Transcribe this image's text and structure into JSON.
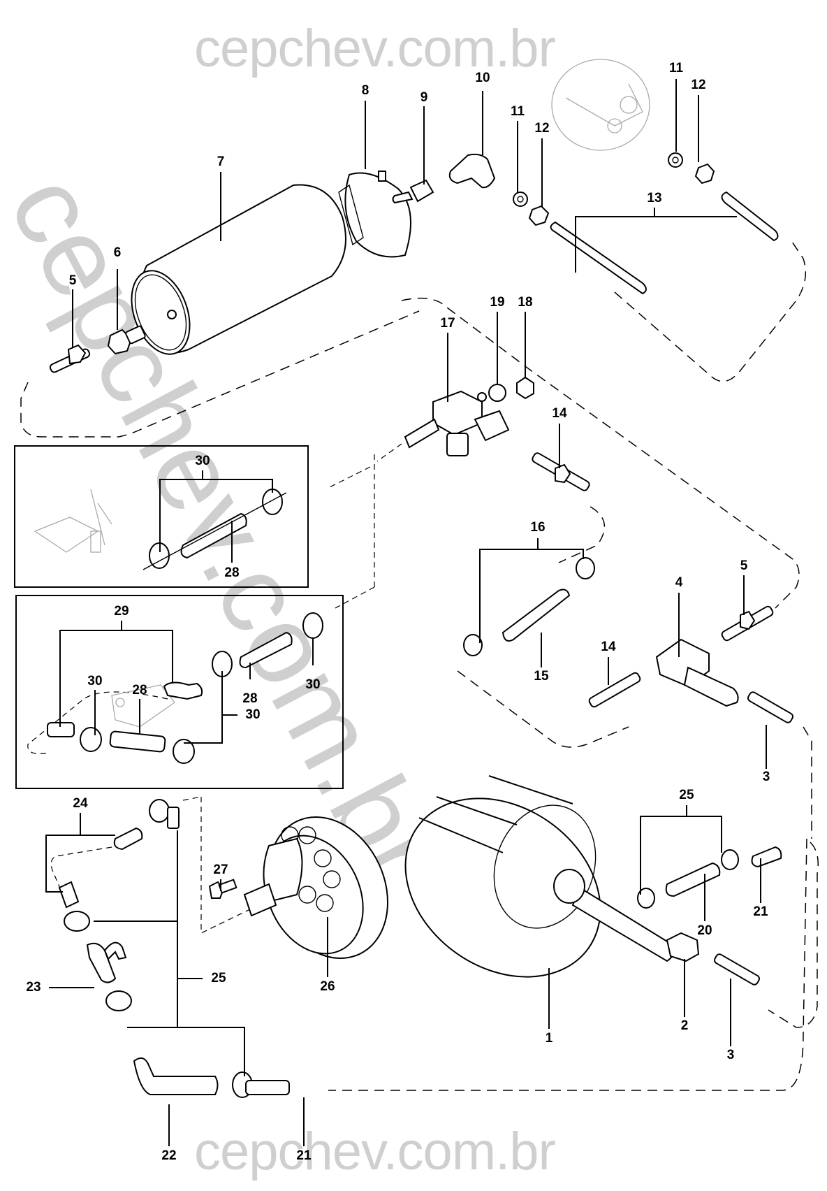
{
  "watermark": {
    "top": "cepchev.com.br",
    "bottom": "cepchev.com.br",
    "diagonal": "cepchev.com.br"
  },
  "diagram": {
    "title": "Exploded parts diagram - brake vacuum booster, reservoir and hoses",
    "callouts": {
      "c1": "1",
      "c2": "2",
      "c3a": "3",
      "c3b": "3",
      "c4": "4",
      "c5a": "5",
      "c5b": "5",
      "c6": "6",
      "c7": "7",
      "c8": "8",
      "c9": "9",
      "c10": "10",
      "c11a": "11",
      "c11b": "11",
      "c12a": "12",
      "c12b": "12",
      "c13": "13",
      "c14a": "14",
      "c14b": "14",
      "c15": "15",
      "c16": "16",
      "c17": "17",
      "c18": "18",
      "c19": "19",
      "c20": "20",
      "c21a": "21",
      "c21b": "21",
      "c22": "22",
      "c23": "23",
      "c24": "24",
      "c25a": "25",
      "c25b": "25",
      "c26": "26",
      "c27": "27",
      "c28a": "28",
      "c28b": "28",
      "c28c": "28",
      "c29": "29",
      "c30a": "30",
      "c30b": "30",
      "c30c": "30",
      "c30d": "30"
    },
    "parts": [
      {
        "ref": "1",
        "name": "vacuum-booster"
      },
      {
        "ref": "2",
        "name": "adapter-fitting"
      },
      {
        "ref": "3",
        "name": "hose-connector"
      },
      {
        "ref": "4",
        "name": "tee-fitting"
      },
      {
        "ref": "5",
        "name": "hose-connector"
      },
      {
        "ref": "6",
        "name": "adapter-fitting"
      },
      {
        "ref": "7",
        "name": "vacuum-reservoir"
      },
      {
        "ref": "8",
        "name": "reservoir-bracket"
      },
      {
        "ref": "9",
        "name": "union-fitting"
      },
      {
        "ref": "10",
        "name": "elbow-fitting"
      },
      {
        "ref": "11",
        "name": "washer"
      },
      {
        "ref": "12",
        "name": "nut"
      },
      {
        "ref": "13",
        "name": "hose"
      },
      {
        "ref": "14",
        "name": "hose-connector"
      },
      {
        "ref": "15",
        "name": "hose"
      },
      {
        "ref": "16",
        "name": "hose-clamp"
      },
      {
        "ref": "17",
        "name": "tee-fitting"
      },
      {
        "ref": "18",
        "name": "nut"
      },
      {
        "ref": "19",
        "name": "washer"
      },
      {
        "ref": "20",
        "name": "hose"
      },
      {
        "ref": "21",
        "name": "hose"
      },
      {
        "ref": "22",
        "name": "elbow-hose"
      },
      {
        "ref": "23",
        "name": "tee-connector"
      },
      {
        "ref": "24",
        "name": "hose"
      },
      {
        "ref": "25",
        "name": "hose-clamp"
      },
      {
        "ref": "26",
        "name": "vacuum-pump"
      },
      {
        "ref": "27",
        "name": "bolt"
      },
      {
        "ref": "28",
        "name": "hose"
      },
      {
        "ref": "29",
        "name": "hose"
      },
      {
        "ref": "30",
        "name": "hose-clamp"
      }
    ]
  }
}
